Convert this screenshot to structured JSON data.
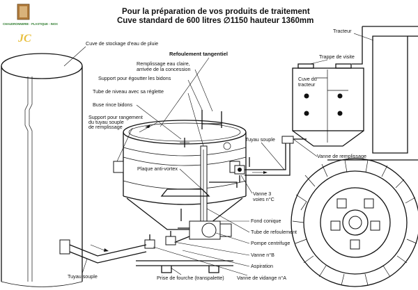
{
  "header": {
    "title_line1": "Pour la préparation de vos produits de traitement",
    "title_line2": "Cuve standard de 600 litres ∅1150 hauteur 1360mm"
  },
  "logo": {
    "text": "CHAUDRONNERIE - PLASTIQUE - INOX",
    "monogram": "JC",
    "color": "#2b7a2b"
  },
  "labels": {
    "cuve_stockage": "Cuve de stockage d'eau de pluie",
    "refoulement_tangentiel": "Refoulement tangentiel",
    "remplissage_line1": "Remplissage eau claire,",
    "remplissage_line2": "arrivée de la concession",
    "support_egoutter": "Support pour égoutter les bidons",
    "tube_niveau": "Tube de niveau avec sa réglette",
    "buse_rince": "Buse rince bidons",
    "support_rangement_line1": "Support pour rangement",
    "support_rangement_line2": "du tuyau souple",
    "support_rangement_line3": "de remplissage",
    "tracteur": "Tracteur",
    "trappe_visite": "Trappe de visite",
    "cuve_tracteur_line1": "Cuve du",
    "cuve_tracteur_line2": "tracteur",
    "tuyau_souple_right": "Tuyau souple",
    "vanne_remplissage": "Vanne de remplissage",
    "plaque_anti_vortex": "Plaque anti-vortex",
    "vanne3_line1": "Vanne 3",
    "vanne3_line2": "voies n°C",
    "fond_conique": "Fond conique",
    "tube_refoulement": "Tube de refoulement",
    "pompe_centrifuge": "Pompe centrifuge",
    "vanne_b": "Vanne n°B",
    "aspiration": "Aspiration",
    "vanne_vidange": "Vanne de vidange n°A",
    "prise_fourche": "Prise de fourche (transpalette)",
    "tuyau_souple_left": "Tuyau souple"
  }
}
